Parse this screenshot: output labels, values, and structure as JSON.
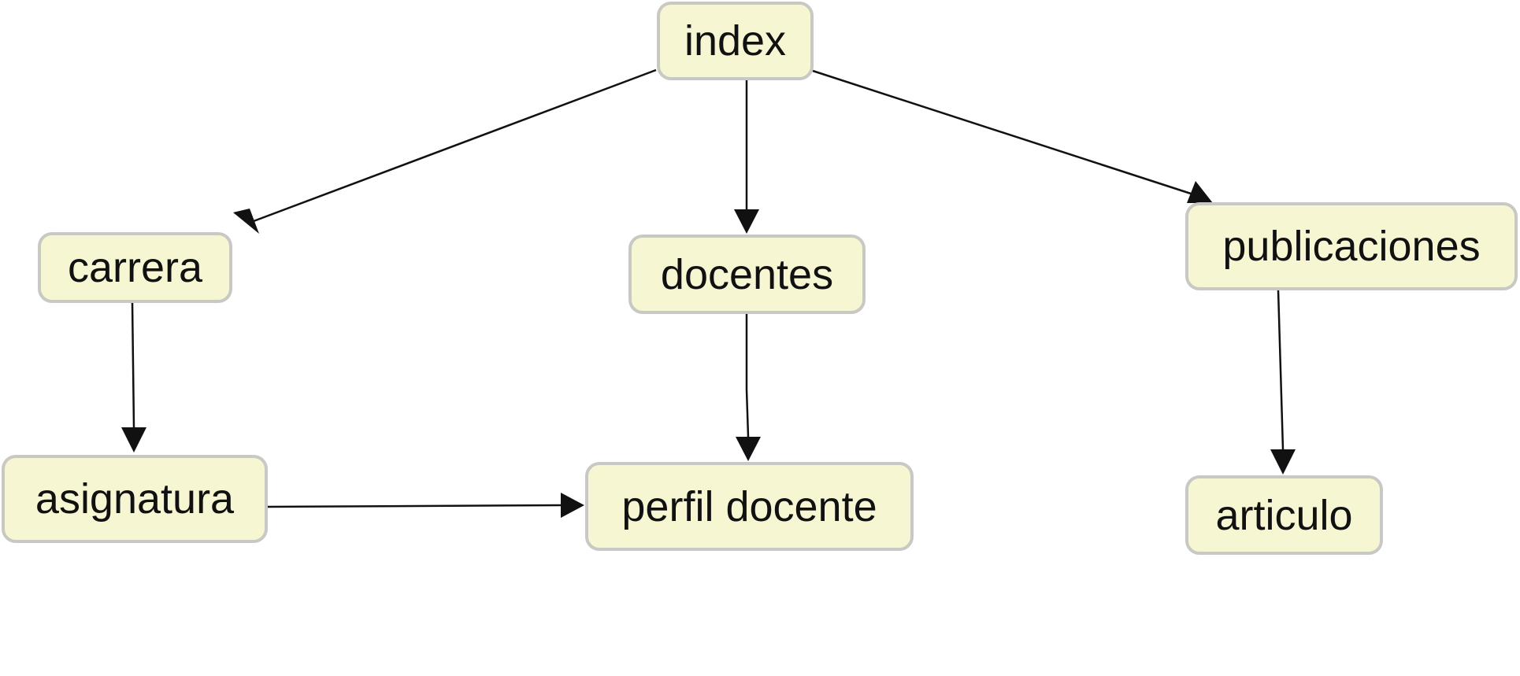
{
  "nodes": {
    "index": "index",
    "carrera": "carrera",
    "docentes": "docentes",
    "publicaciones": "publicaciones",
    "asignatura": "asignatura",
    "perfil_docente": "perfil docente",
    "articulo": "articulo"
  },
  "edges": [
    {
      "from": "index",
      "to": "carrera"
    },
    {
      "from": "index",
      "to": "docentes"
    },
    {
      "from": "index",
      "to": "publicaciones"
    },
    {
      "from": "carrera",
      "to": "asignatura"
    },
    {
      "from": "docentes",
      "to": "perfil_docente"
    },
    {
      "from": "publicaciones",
      "to": "articulo"
    },
    {
      "from": "asignatura",
      "to": "perfil_docente"
    }
  ],
  "colors": {
    "node_fill": "#f7f6d3",
    "node_border": "#c8c8c4",
    "edge": "#111111"
  }
}
